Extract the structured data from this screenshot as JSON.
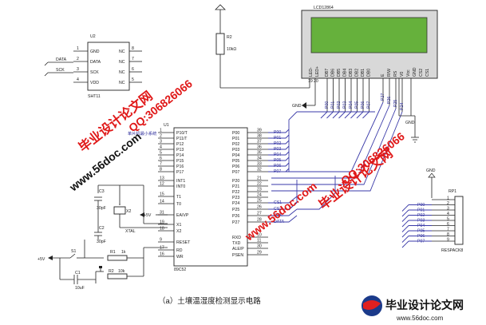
{
  "caption": "（a）土壤温湿度检测显示电路",
  "lcd": {
    "label": "LCD12864",
    "pins_left": [
      "LED-",
      "LED+"
    ],
    "pins_data": [
      "DB7",
      "DB6",
      "DB5",
      "DB4",
      "DB3",
      "DB2",
      "DB1",
      "DB0"
    ],
    "pins_ctrl": [
      "E",
      "R/W",
      "RS",
      "V0",
      "Vcc",
      "GND",
      "CS2",
      "CS1"
    ],
    "pin_nums": [
      "19",
      "20"
    ]
  },
  "r2": {
    "ref": "R2",
    "value": "10kΩ"
  },
  "u2": {
    "ref": "U2",
    "part": "SHT11",
    "left_pins": [
      "GND",
      "DATA",
      "SCK",
      "VDD"
    ],
    "right_pins": [
      "NC",
      "NC",
      "NC",
      "NC"
    ],
    "left_nums": [
      "1",
      "2",
      "3",
      "4"
    ],
    "right_nums": [
      "8",
      "7",
      "6",
      "5"
    ],
    "net_data": "DATA",
    "net_sck": "SCK"
  },
  "u1": {
    "ref": "U1",
    "part": "89C52",
    "note": "单片机最小系统",
    "left_pins": [
      "P10/T",
      "P11/T",
      "P12",
      "P13",
      "P14",
      "P15",
      "P16",
      "P17",
      "INT1",
      "INT0",
      "T1",
      "T0",
      "EA/VP",
      "X1",
      "X2",
      "RESET",
      "RD",
      "WR"
    ],
    "left_nums": [
      "1",
      "2",
      "3",
      "4",
      "5",
      "6",
      "7",
      "8",
      "13",
      "12",
      "15",
      "14",
      "31",
      "19",
      "18",
      "9",
      "17",
      "16"
    ],
    "right_pins": [
      "P00",
      "P01",
      "P02",
      "P03",
      "P04",
      "P05",
      "P06",
      "P07",
      "P20",
      "P21",
      "P22",
      "P23",
      "P24",
      "P25",
      "P26",
      "P27",
      "RXD",
      "TXD",
      "ALE/P",
      "PSEN"
    ],
    "right_nums": [
      "39",
      "38",
      "37",
      "36",
      "35",
      "34",
      "33",
      "32",
      "21",
      "22",
      "23",
      "24",
      "25",
      "26",
      "27",
      "28",
      "10",
      "11",
      "30",
      "29"
    ]
  },
  "nets": {
    "p0": [
      "P00",
      "P01",
      "P02",
      "P03",
      "P04",
      "P05",
      "P06",
      "P07"
    ],
    "ctrl": [
      "CS1",
      "CS2",
      "SCK",
      "DATA"
    ],
    "p0_bus_lcd": [
      "P00",
      "P01",
      "P02",
      "P03",
      "P04",
      "P05",
      "P06",
      "P07"
    ],
    "lcd_ctrl": [
      "P27",
      "P26",
      "P25",
      "P24"
    ]
  },
  "osc": {
    "c3": "C3",
    "c3_val": "30pF",
    "c2": "C2",
    "c2_val": "30pF",
    "x": "X2",
    "xtal": "XTAL",
    "vcc": "+5V"
  },
  "reset": {
    "vcc": "+5V",
    "s1": "S1",
    "r1": "R1",
    "r1_val": "1k",
    "r2": "R2",
    "r2_val": "10k",
    "c1": "C1",
    "c1_val": "10uF"
  },
  "rp1": {
    "ref": "RP1",
    "part": "RESPACK8",
    "gnd": "GND",
    "nets": [
      "P00",
      "P01",
      "P02",
      "P03",
      "P04",
      "P05",
      "P06",
      "P07"
    ],
    "nums": [
      "1",
      "2",
      "3",
      "4",
      "5",
      "6",
      "7",
      "8",
      "9"
    ]
  },
  "gnd_labels": {
    "g1": "GND",
    "g2": "GND",
    "g3": "GND"
  },
  "watermarks": {
    "wm1": "毕业设计论文网",
    "wm2": "QQ:306826066",
    "wm3": "www.56doc.com",
    "wm4": "www.56doc.com",
    "wm5": "QQ:306826066",
    "wm6": "毕业设计论文网"
  },
  "logo": {
    "title": "毕业设计论文网",
    "url": "www.56doc.com"
  },
  "colors": {
    "lcd_screen": "#66b13c",
    "watermark_red": "#e01818",
    "bus_blue": "#3a3aa8"
  }
}
